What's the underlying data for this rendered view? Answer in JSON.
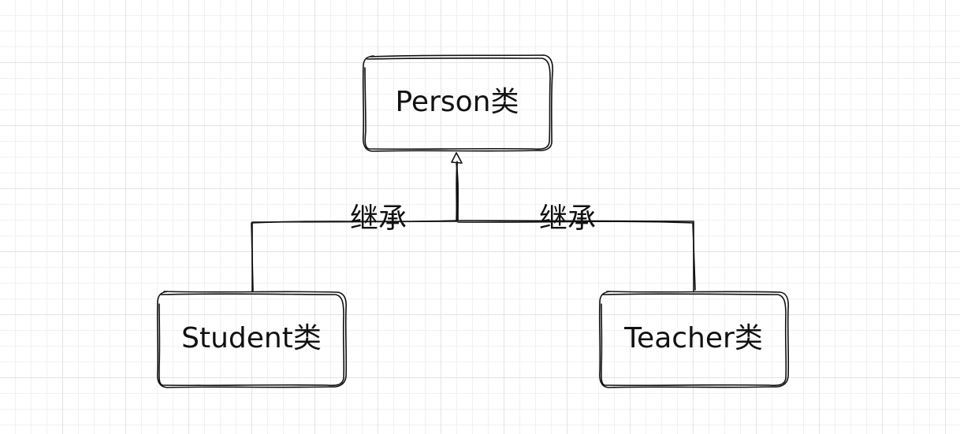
{
  "diagram": {
    "nodes": [
      {
        "id": "person",
        "label": "Person类"
      },
      {
        "id": "student",
        "label": "Student类"
      },
      {
        "id": "teacher",
        "label": "Teacher类"
      }
    ],
    "edges": [
      {
        "from": "student",
        "to": "person",
        "label": "继承"
      },
      {
        "from": "teacher",
        "to": "person",
        "label": "继承"
      }
    ],
    "colors": {
      "stroke": "#111111",
      "grid": "#e3e3e3",
      "background": "#ffffff"
    }
  }
}
